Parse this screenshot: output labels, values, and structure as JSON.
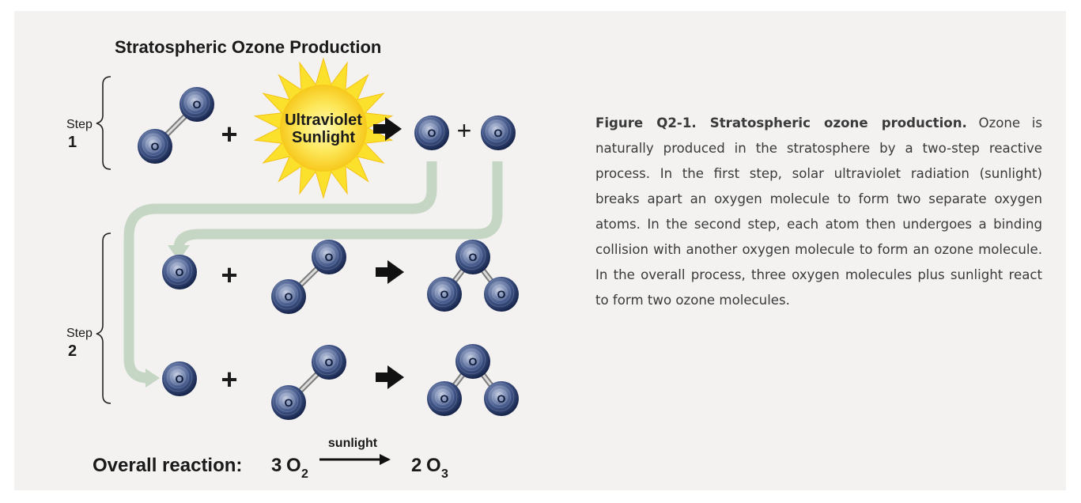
{
  "diagram": {
    "title": "Stratospheric Ozone Production",
    "step1": {
      "word": "Step",
      "number": "1"
    },
    "step2": {
      "word": "Step",
      "number": "2"
    },
    "sun_label_line1": "Ultraviolet",
    "sun_label_line2": "Sunlight",
    "atom_letter": "O",
    "plus": "+",
    "overall": {
      "prefix": "Overall reaction:",
      "left_coef": "3",
      "left_species": "O",
      "left_subscript": "2",
      "arrow_label": "sunlight",
      "right_coef": "2",
      "right_species": "O",
      "right_subscript": "3"
    }
  },
  "caption": {
    "title": "Figure Q2-1.  Stratospheric ozone production.",
    "body": "Ozone is naturally produced in the stratosphere by a two-step reactive process.  In the first step, solar ultraviolet radiation (sunlight) breaks apart an oxygen molecule to form two separate oxygen atoms.  In the second step, each atom then undergoes a binding collision with another oxygen molecule to form an ozone molecule.  In the overall process, three oxygen molecules plus sunlight react to form two ozone molecules."
  },
  "colors": {
    "panel_background": "#f3f2f1",
    "atom_dark": "#1e2f52",
    "atom_light": "#a9b5cf",
    "flow_arrow": "#c6d6c4",
    "sun_yellow": "#fbe12b",
    "text_dark": "#1a1a1a"
  }
}
